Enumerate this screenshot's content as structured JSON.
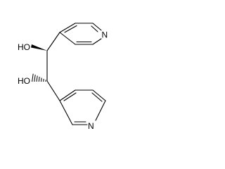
{
  "structure": {
    "atoms": {
      "upper_hydroxyl": "HO",
      "lower_hydroxyl": "HO",
      "upper_pyridine_nitrogen": "N",
      "lower_pyridine_nitrogen": "N"
    },
    "stereo_bonds": {
      "upper": "wedge",
      "lower": "hash"
    },
    "colors": {
      "ink": "#000000",
      "background": "#ffffff"
    }
  }
}
